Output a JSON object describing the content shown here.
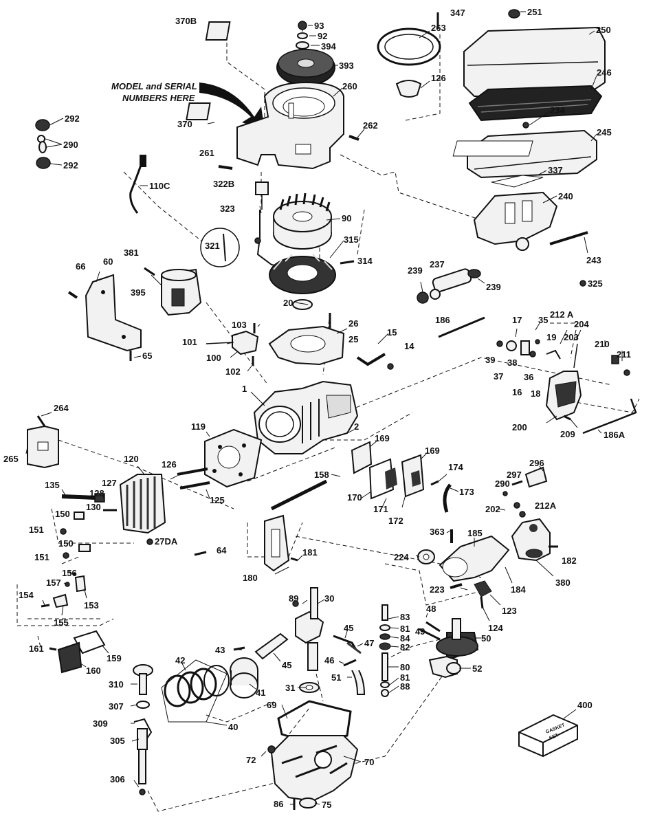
{
  "annotation": {
    "line1": "MODEL and SERIAL",
    "line2": "NUMBERS HERE"
  },
  "gasket_set": {
    "number": "400",
    "line1": "GASKET",
    "line2": "SET"
  },
  "callouts": [
    {
      "id": "93",
      "text": "93"
    },
    {
      "id": "92",
      "text": "92"
    },
    {
      "id": "394",
      "text": "394"
    },
    {
      "id": "393",
      "text": "393"
    },
    {
      "id": "260",
      "text": "260"
    },
    {
      "id": "370b",
      "text": "370B"
    },
    {
      "id": "370",
      "text": "370"
    },
    {
      "id": "262",
      "text": "262"
    },
    {
      "id": "261",
      "text": "261"
    },
    {
      "id": "347",
      "text": "347"
    },
    {
      "id": "263",
      "text": "263"
    },
    {
      "id": "126a",
      "text": "126"
    },
    {
      "id": "251",
      "text": "251"
    },
    {
      "id": "250",
      "text": "250"
    },
    {
      "id": "246",
      "text": "246"
    },
    {
      "id": "234",
      "text": "234"
    },
    {
      "id": "245",
      "text": "245"
    },
    {
      "id": "337",
      "text": "337"
    },
    {
      "id": "240",
      "text": "240"
    },
    {
      "id": "243",
      "text": "243"
    },
    {
      "id": "292a",
      "text": "292"
    },
    {
      "id": "290a",
      "text": "290"
    },
    {
      "id": "292b",
      "text": "292"
    },
    {
      "id": "110c",
      "text": "110C"
    },
    {
      "id": "322b",
      "text": "322B"
    },
    {
      "id": "323",
      "text": "323"
    },
    {
      "id": "321",
      "text": "321"
    },
    {
      "id": "90",
      "text": "90"
    },
    {
      "id": "315",
      "text": "315"
    },
    {
      "id": "314",
      "text": "314"
    },
    {
      "id": "20",
      "text": "20"
    },
    {
      "id": "381",
      "text": "381"
    },
    {
      "id": "395",
      "text": "395"
    },
    {
      "id": "66",
      "text": "66"
    },
    {
      "id": "60",
      "text": "60"
    },
    {
      "id": "65",
      "text": "65"
    },
    {
      "id": "239a",
      "text": "239"
    },
    {
      "id": "237",
      "text": "237"
    },
    {
      "id": "239b",
      "text": "239"
    },
    {
      "id": "325",
      "text": "325"
    },
    {
      "id": "103",
      "text": "103"
    },
    {
      "id": "101",
      "text": "101"
    },
    {
      "id": "100",
      "text": "100"
    },
    {
      "id": "102",
      "text": "102"
    },
    {
      "id": "26",
      "text": "26"
    },
    {
      "id": "25",
      "text": "25"
    },
    {
      "id": "15",
      "text": "15"
    },
    {
      "id": "14",
      "text": "14"
    },
    {
      "id": "1",
      "text": "1"
    },
    {
      "id": "2",
      "text": "2"
    },
    {
      "id": "186",
      "text": "186"
    },
    {
      "id": "17",
      "text": "17"
    },
    {
      "id": "35",
      "text": "35"
    },
    {
      "id": "212a1",
      "text": "212 A"
    },
    {
      "id": "19",
      "text": "19"
    },
    {
      "id": "204",
      "text": "204"
    },
    {
      "id": "203",
      "text": "203"
    },
    {
      "id": "210",
      "text": "210"
    },
    {
      "id": "211",
      "text": "211"
    },
    {
      "id": "39",
      "text": "39"
    },
    {
      "id": "38",
      "text": "38"
    },
    {
      "id": "37",
      "text": "37"
    },
    {
      "id": "36",
      "text": "36"
    },
    {
      "id": "16",
      "text": "16"
    },
    {
      "id": "18",
      "text": "18"
    },
    {
      "id": "200",
      "text": "200"
    },
    {
      "id": "209",
      "text": "209"
    },
    {
      "id": "186a",
      "text": "186A"
    },
    {
      "id": "264",
      "text": "264"
    },
    {
      "id": "265",
      "text": "265"
    },
    {
      "id": "119",
      "text": "119"
    },
    {
      "id": "120",
      "text": "120"
    },
    {
      "id": "126b",
      "text": "126"
    },
    {
      "id": "125",
      "text": "125"
    },
    {
      "id": "135",
      "text": "135"
    },
    {
      "id": "127",
      "text": "127"
    },
    {
      "id": "128",
      "text": "128"
    },
    {
      "id": "130",
      "text": "130"
    },
    {
      "id": "150a",
      "text": "150"
    },
    {
      "id": "151a",
      "text": "151"
    },
    {
      "id": "150b",
      "text": "150"
    },
    {
      "id": "151b",
      "text": "151"
    },
    {
      "id": "27da",
      "text": "27DA"
    },
    {
      "id": "64",
      "text": "64"
    },
    {
      "id": "158",
      "text": "158"
    },
    {
      "id": "169a",
      "text": "169"
    },
    {
      "id": "169b",
      "text": "169"
    },
    {
      "id": "170",
      "text": "170"
    },
    {
      "id": "171",
      "text": "171"
    },
    {
      "id": "172",
      "text": "172"
    },
    {
      "id": "174",
      "text": "174"
    },
    {
      "id": "173",
      "text": "173"
    },
    {
      "id": "296",
      "text": "296"
    },
    {
      "id": "297",
      "text": "297"
    },
    {
      "id": "290b",
      "text": "290"
    },
    {
      "id": "202",
      "text": "202"
    },
    {
      "id": "212a2",
      "text": "212A"
    },
    {
      "id": "363",
      "text": "363"
    },
    {
      "id": "185",
      "text": "185"
    },
    {
      "id": "224",
      "text": "224"
    },
    {
      "id": "182",
      "text": "182"
    },
    {
      "id": "380",
      "text": "380"
    },
    {
      "id": "184",
      "text": "184"
    },
    {
      "id": "223",
      "text": "223"
    },
    {
      "id": "123",
      "text": "123"
    },
    {
      "id": "124",
      "text": "124"
    },
    {
      "id": "181",
      "text": "181"
    },
    {
      "id": "180",
      "text": "180"
    },
    {
      "id": "156",
      "text": "156"
    },
    {
      "id": "157",
      "text": "157"
    },
    {
      "id": "154",
      "text": "154"
    },
    {
      "id": "153",
      "text": "153"
    },
    {
      "id": "155",
      "text": "155"
    },
    {
      "id": "161",
      "text": "161"
    },
    {
      "id": "159",
      "text": "159"
    },
    {
      "id": "160",
      "text": "160"
    },
    {
      "id": "89",
      "text": "89"
    },
    {
      "id": "30",
      "text": "30"
    },
    {
      "id": "83",
      "text": "83"
    },
    {
      "id": "81a",
      "text": "81"
    },
    {
      "id": "84",
      "text": "84"
    },
    {
      "id": "82",
      "text": "82"
    },
    {
      "id": "48",
      "text": "48"
    },
    {
      "id": "49",
      "text": "49"
    },
    {
      "id": "50",
      "text": "50"
    },
    {
      "id": "43",
      "text": "43"
    },
    {
      "id": "45a",
      "text": "45"
    },
    {
      "id": "47",
      "text": "47"
    },
    {
      "id": "45b",
      "text": "45"
    },
    {
      "id": "46",
      "text": "46"
    },
    {
      "id": "42",
      "text": "42"
    },
    {
      "id": "41",
      "text": "41"
    },
    {
      "id": "51",
      "text": "51"
    },
    {
      "id": "80",
      "text": "80"
    },
    {
      "id": "81b",
      "text": "81"
    },
    {
      "id": "88",
      "text": "88"
    },
    {
      "id": "52",
      "text": "52"
    },
    {
      "id": "31",
      "text": "31"
    },
    {
      "id": "310",
      "text": "310"
    },
    {
      "id": "307",
      "text": "307"
    },
    {
      "id": "309",
      "text": "309"
    },
    {
      "id": "305",
      "text": "305"
    },
    {
      "id": "40",
      "text": "40"
    },
    {
      "id": "69",
      "text": "69"
    },
    {
      "id": "72",
      "text": "72"
    },
    {
      "id": "70",
      "text": "70"
    },
    {
      "id": "306",
      "text": "306"
    },
    {
      "id": "86",
      "text": "86"
    },
    {
      "id": "75",
      "text": "75"
    }
  ]
}
